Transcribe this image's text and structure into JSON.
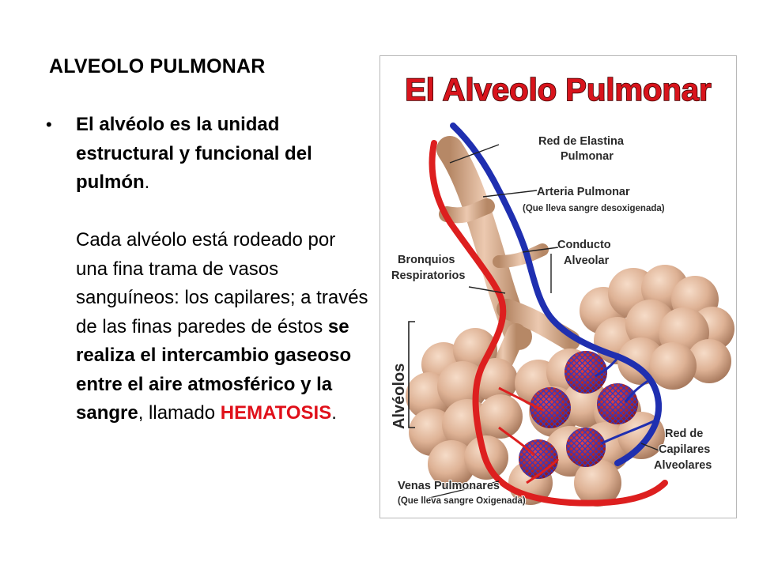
{
  "slide": {
    "title": "ALVEOLO PULMONAR",
    "bullet": {
      "sentence1_bold": "El alvéolo es la unidad estructural y funcional del pulmón",
      "sentence1_end": ".",
      "sentence2_start": "Cada alvéolo está rodeado por una fina trama de vasos sanguíneos: los capilares; a través de las finas paredes de éstos ",
      "sentence2_bold": "se realiza el intercambio gaseoso entre el aire atmosférico y la sangre",
      "sentence2_mid": ", llamado ",
      "highlight": "HEMATOSIS",
      "sentence2_end": "."
    }
  },
  "figure": {
    "title": "El Alveolo Pulmonar",
    "labels": {
      "elastina_1": "Red de Elastina",
      "elastina_2": "Pulmonar",
      "arteria": "Arteria Pulmonar",
      "arteria_note": "(Que lleva sangre desoxigenada)",
      "conducto_1": "Conducto",
      "conducto_2": "Alveolar",
      "bronquios_1": "Bronquios",
      "bronquios_2": "Respiratorios",
      "alveolos": "Alvéolos",
      "capilares_1": "Red de",
      "capilares_2": "Capilares",
      "capilares_3": "Alveolares",
      "venas": "Venas Pulmonares",
      "venas_note": "(Que lleva sangre Oxigenada)"
    },
    "colors": {
      "title_red": "#d8141c",
      "vein_red": "#dd1f1f",
      "artery_blue": "#1f2fb0",
      "tissue": "#dcb296"
    }
  }
}
